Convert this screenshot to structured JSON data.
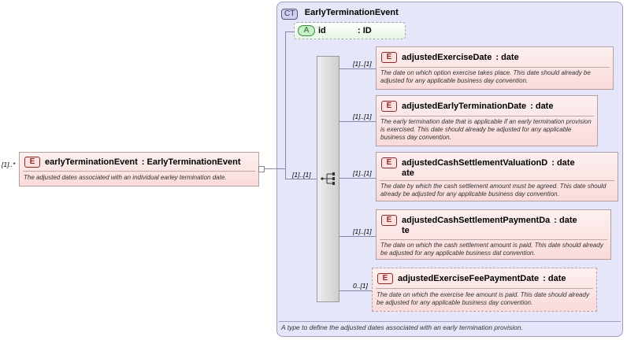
{
  "complex_type": {
    "badge": "CT",
    "name": "EarlyTerminationEvent",
    "description": "A type to define the adjusted dates associated with an early termination provision."
  },
  "attribute": {
    "badge": "A",
    "name": "id",
    "type": ": ID"
  },
  "root_element": {
    "badge": "E",
    "cardinality": "[1]..*",
    "name": "earlyTerminationEvent",
    "type": ": EarlyTerminationEvent",
    "description": "The adjusted dates associated with an individual earley termination date."
  },
  "sequence_cardinality": "[1]..[1]",
  "children": [
    {
      "badge": "E",
      "cardinality": "[1]..[1]",
      "name": "adjustedExerciseDate",
      "type": ": date",
      "description": "The date on which option exercise takes place. This date should already be adjusted for any applicable business day convention."
    },
    {
      "badge": "E",
      "cardinality": "[1]..[1]",
      "name": "adjustedEarlyTerminationDate",
      "type": ": date",
      "description": "The early termination date that is applicable if an early termination provision is exercised. This date should already be adjusted for any applicable business day convention."
    },
    {
      "badge": "E",
      "cardinality": "[1]..[1]",
      "name_line1": "adjustedCashSettlementValuationD",
      "name_line2": "ate",
      "type": ": date",
      "description": "The date by which the cash settlement amount must be agreed. This date should already be adjusted for any applicable business day convention."
    },
    {
      "badge": "E",
      "cardinality": "[1]..[1]",
      "name_line1": "adjustedCashSettlementPaymentDa",
      "name_line2": "te",
      "type": ": date",
      "description": "The date on which the cash settlement amount is paid. This date should already be adjusted for any applicable business dat convention."
    },
    {
      "badge": "E",
      "cardinality": "0..[1]",
      "name": "adjustedExerciseFeePaymentDate",
      "type": ": date",
      "description": "The date on which the exercise fee amount is paid. This date should already be adjusted for any applicable business day convention."
    }
  ]
}
